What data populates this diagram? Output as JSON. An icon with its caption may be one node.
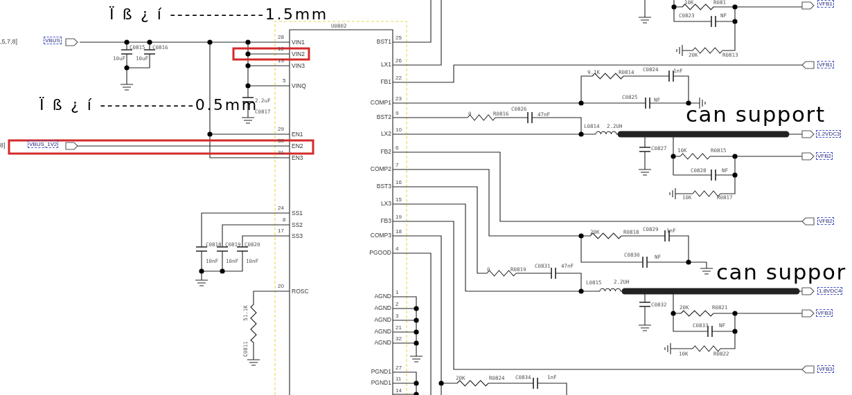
{
  "diagram": {
    "labels": [
      "Ï ß ¿ í -------------1.5mm",
      ",5,7,8]",
      "VBUS",
      "C0815",
      "C0816",
      "10uF",
      "10uF",
      "U0802",
      "28",
      "VIN1",
      "12",
      "VIN2",
      "13",
      "VIN3",
      "5",
      "VINQ",
      "Ï ß ¿ í -------------0.5mm",
      "2.2uF",
      "C0817",
      "29",
      "EN1",
      "8]",
      "VBUS_1V2",
      "30",
      "EN2",
      "31",
      "EN3",
      "24",
      "SS1",
      "8",
      "SS2",
      "17",
      "SS3",
      "C0818",
      "C0819",
      "C0820",
      "10nF",
      "10nF",
      "10nF",
      "20",
      "ROSC",
      "51.1K",
      "C0811",
      "BST1",
      "25",
      "LX1",
      "26",
      "FB1",
      "22",
      "COMP1",
      "23",
      "BST2",
      "9",
      "LX2",
      "10",
      "FB2",
      "6",
      "COMP2",
      "7",
      "BST3",
      "16",
      "LX3",
      "15",
      "FB3",
      "19",
      "COMP3",
      "18",
      "PGOOD",
      "4",
      "AGND",
      "1",
      "AGND",
      "2",
      "AGND",
      "3",
      "AGND",
      "21",
      "AGND",
      "32",
      "PGND1",
      "27",
      "PGND1",
      "11",
      "14",
      "10K",
      "R081",
      "VFB1",
      "C0823",
      "NF",
      "20K",
      "R0813",
      "VFB1",
      "9.1K",
      "R0814",
      "C0824",
      "1nF",
      "C0825",
      "NF",
      "0",
      "R0816",
      "C0826",
      "47nF",
      "can support",
      "L0814",
      "2.2UH",
      "1.2VDC3",
      "C0827",
      "10K",
      "R0815",
      "VFB2",
      "C0828",
      "NF",
      "10K",
      "R0817",
      "VFB2",
      "20K",
      "R0818",
      "C0829",
      "1nF",
      "C0830",
      "NF",
      "0",
      "R0819",
      "C0831",
      "47nF",
      "can suppor",
      "L0815",
      "2.2UH",
      "1.8VDC4",
      "C0832",
      "20K",
      "R0821",
      "VFB3",
      "C0833",
      "NF",
      "10K",
      "R0822",
      "VFB3",
      "20K",
      "R0824",
      "C0834",
      "1nF"
    ]
  }
}
